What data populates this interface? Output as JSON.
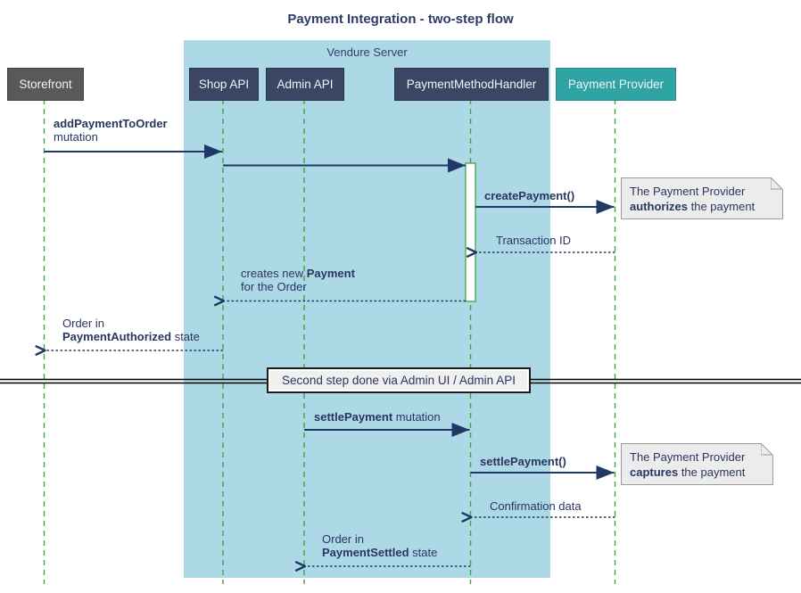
{
  "title": "Payment Integration - two-step flow",
  "container": {
    "label": "Vendure Server"
  },
  "participants": [
    {
      "id": "storefront",
      "label": "Storefront"
    },
    {
      "id": "shop-api",
      "label": "Shop API"
    },
    {
      "id": "admin-api",
      "label": "Admin API"
    },
    {
      "id": "payment-method-handler",
      "label": "PaymentMethodHandler"
    },
    {
      "id": "payment-provider",
      "label": "Payment Provider"
    }
  ],
  "messages": {
    "add_payment": {
      "bold": "addPaymentToOrder",
      "rest": "mutation"
    },
    "create_payment": {
      "bold": "createPayment()"
    },
    "transaction_id": {
      "text": "Transaction ID"
    },
    "creates_payment": {
      "line1_pre": "creates new ",
      "line1_bold": "Payment",
      "line2": "for the Order"
    },
    "order_authorized": {
      "line1": "Order in",
      "line2_bold": "PaymentAuthorized",
      "line2_rest": " state"
    },
    "settle_mutation": {
      "bold": "settlePayment",
      "rest": " mutation"
    },
    "settle_call": {
      "bold": "settlePayment()"
    },
    "confirmation": {
      "text": "Confirmation data"
    },
    "order_settled": {
      "line1": "Order in",
      "line2_bold": "PaymentSettled",
      "line2_rest": " state"
    }
  },
  "notes": {
    "authorize": {
      "line1": "The Payment Provider",
      "bold": "authorizes",
      "rest": " the payment"
    },
    "capture": {
      "line1": "The Payment Provider",
      "bold": "captures",
      "rest": " the payment"
    }
  },
  "divider": {
    "label": "Second step done via Admin UI / Admin API"
  },
  "colors": {
    "container_fill": "#add8e6",
    "participant_fill": "#3b4665",
    "storefront_fill": "#595959",
    "provider_fill": "#30a3a4",
    "lifeline_green": "#3fa43f",
    "activation_border": "#3c9c3c",
    "arrow_navy": "#1f3864",
    "text_navy": "#2a3561",
    "note_fill": "#ececec",
    "divider_line": "#000000"
  }
}
